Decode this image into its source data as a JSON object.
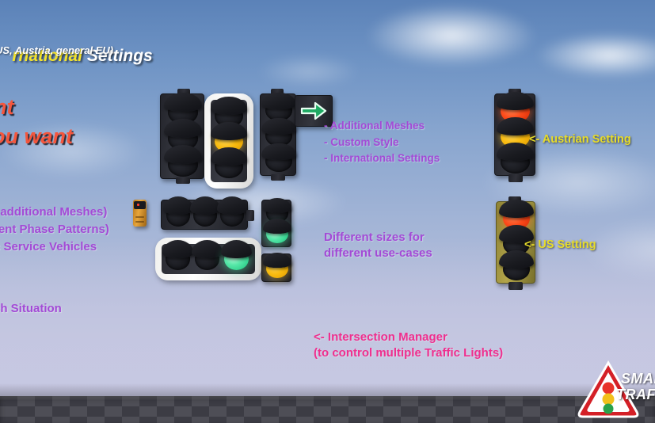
{
  "scene": {
    "engine_viewport": "Unreal Engine level viewport showcase",
    "sky_color": "#6e93c4",
    "floor_color": "#3f3f47"
  },
  "headings": {
    "title_highlight": "rnational",
    "title_rest": " Settings",
    "title_sub": "US, Austria, general EU)",
    "red_line_1": "nt",
    "red_line_2": "ou want"
  },
  "left_notes": {
    "purple_1": ", additional Meshes)",
    "purple_2": "rent Phase Patterns)",
    "purple_3": "c Service Vehicles",
    "purple_4": "ch Situation"
  },
  "center_notes": {
    "bullets": [
      "- Additional Meshes",
      "- Custom Style",
      "- International Settings"
    ],
    "sizes_line_1": "Different sizes for",
    "sizes_line_2": "different use-cases",
    "intersection_line_1": "<- Intersection Manager",
    "intersection_line_2": "(to control multiple Traffic Lights)"
  },
  "right_notes": {
    "austrian": "<- Austrian Setting",
    "us": "<- US Setting"
  },
  "logo": {
    "line_1": "SMART",
    "line_2": "TRAFFIC",
    "triangle_color": "#d42027",
    "lamp_red": "#e8332a",
    "lamp_yellow": "#f2c01b",
    "lamp_green": "#2aa24a"
  },
  "traffic_lights": [
    {
      "id": "vertical-dark-left",
      "style": "dark",
      "orientation": "vertical",
      "lamps": [
        "off",
        "off",
        "off"
      ]
    },
    {
      "id": "vertical-framed-mid",
      "style": "framed",
      "orientation": "vertical",
      "lamps": [
        "off",
        "yellow",
        "off"
      ]
    },
    {
      "id": "vertical-arrow-right",
      "style": "dark",
      "orientation": "vertical",
      "lamps": [
        "off",
        "off",
        "off"
      ],
      "arrow": "green-right-arrow"
    },
    {
      "id": "horizontal-dark",
      "style": "dark",
      "orientation": "horizontal",
      "lamps": [
        "off",
        "off",
        "off"
      ]
    },
    {
      "id": "horizontal-framed",
      "style": "framed",
      "orientation": "horizontal",
      "lamps": [
        "off",
        "off",
        "green"
      ]
    },
    {
      "id": "small-two-lamp-green",
      "style": "dark",
      "orientation": "vertical",
      "lamps": [
        "off",
        "green"
      ]
    },
    {
      "id": "small-one-lamp-yellow",
      "style": "dark",
      "orientation": "vertical",
      "lamps": [
        "yellow"
      ]
    },
    {
      "id": "austrian-light",
      "style": "dark",
      "orientation": "vertical",
      "lamps": [
        "red",
        "yellow",
        "off"
      ]
    },
    {
      "id": "us-light",
      "style": "olive",
      "orientation": "vertical",
      "lamps": [
        "red",
        "off",
        "off"
      ]
    }
  ],
  "pedestrian_button": {
    "id": "pedestrian-request-box",
    "color": "#e8a53a"
  }
}
